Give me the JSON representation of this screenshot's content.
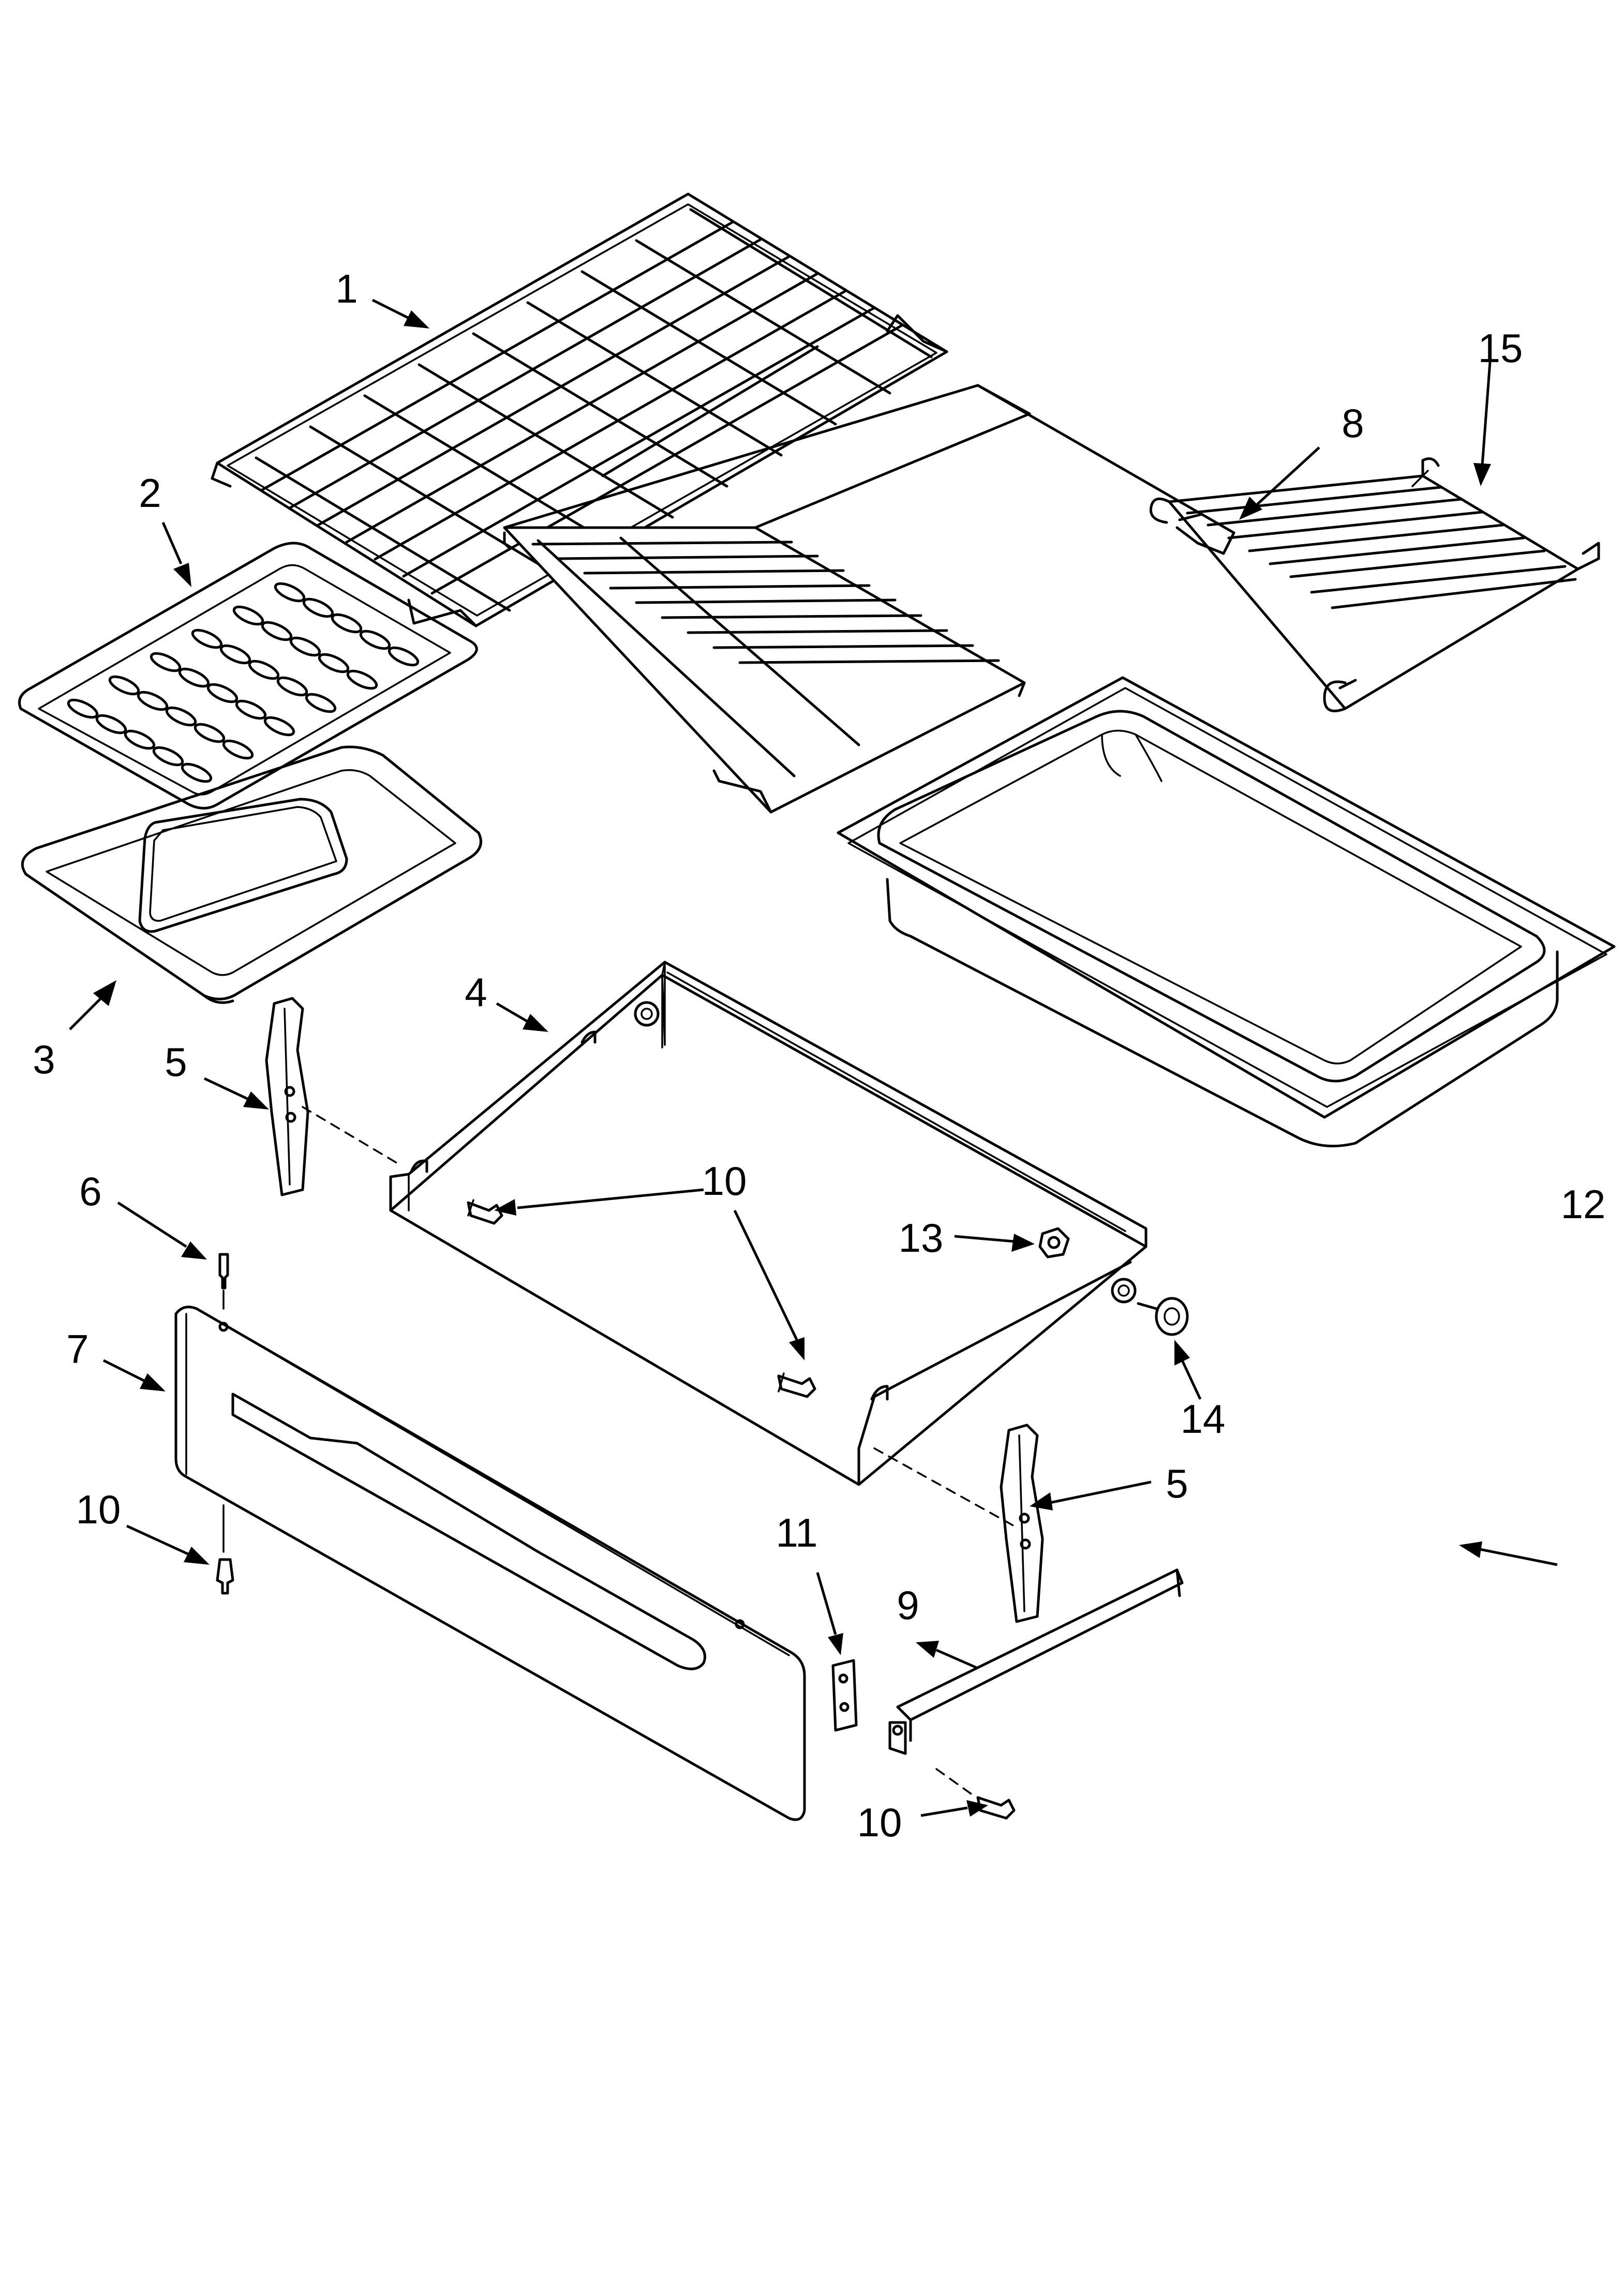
{
  "callouts": [
    {
      "id": "c1",
      "number": "1"
    },
    {
      "id": "c2",
      "number": "2"
    },
    {
      "id": "c3",
      "number": "3"
    },
    {
      "id": "c4",
      "number": "4"
    },
    {
      "id": "c5a",
      "number": "5"
    },
    {
      "id": "c5b",
      "number": "5"
    },
    {
      "id": "c6",
      "number": "6"
    },
    {
      "id": "c7",
      "number": "7"
    },
    {
      "id": "c8",
      "number": "8"
    },
    {
      "id": "c9",
      "number": "9"
    },
    {
      "id": "c10a",
      "number": "10"
    },
    {
      "id": "c10b",
      "number": "10"
    },
    {
      "id": "c10c",
      "number": "10"
    },
    {
      "id": "c11",
      "number": "11"
    },
    {
      "id": "c12",
      "number": "12"
    },
    {
      "id": "c13",
      "number": "13"
    },
    {
      "id": "c14",
      "number": "14"
    },
    {
      "id": "c15",
      "number": "15"
    }
  ]
}
